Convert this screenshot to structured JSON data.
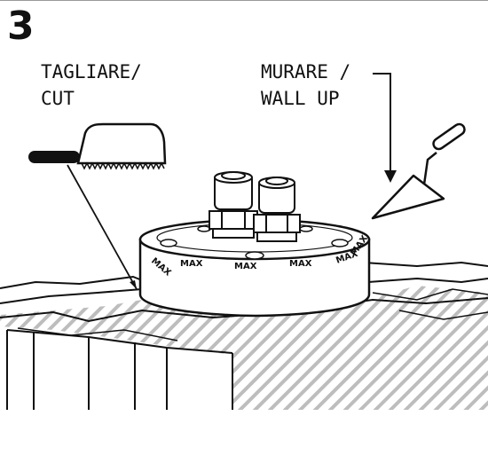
{
  "step": {
    "number": "3"
  },
  "labels": {
    "cut_line1": "TAGLIARE/",
    "cut_line2": "CUT",
    "wall_line1": "MURARE /",
    "wall_line2": "WALL UP"
  },
  "flange": {
    "max_markings": [
      "MAX",
      "MAX",
      "MAX",
      "MAX",
      "MAX",
      "MAX"
    ]
  },
  "icons": {
    "saw": "saw-icon",
    "trowel": "trowel-icon",
    "fittings": "push-fitting-icon"
  },
  "colors": {
    "line": "#111111",
    "hatch": "#bdbdbd",
    "rule": "#999999"
  }
}
